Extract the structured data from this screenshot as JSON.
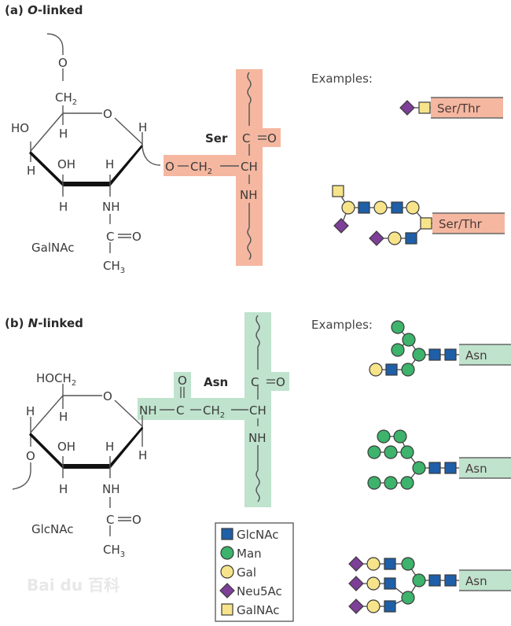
{
  "colors": {
    "ser_highlight": "#f5b7a0",
    "asn_highlight": "#bfe3cd",
    "glcnac": "#1e5fa8",
    "man": "#3db36c",
    "gal": "#f7e48a",
    "neu5ac": "#7d3f98",
    "galnac": "#f7e48a",
    "outline": "#3a3a3a"
  },
  "panel_a": {
    "title_prefix": "(a) ",
    "title_italic": "O",
    "title_suffix": "-linked",
    "sugar_name": "GalNAc",
    "amino_acid": "Ser",
    "ring_labels": {
      "o_link": "O",
      "ch2": "CH",
      "ch2_sub": "2",
      "ring_o": "O",
      "ho": "HO",
      "h_c4_top": "H",
      "h_c1": "H",
      "h_c4": "H",
      "oh_c3": "OH",
      "h_c2": "H",
      "h_c3": "H",
      "nh": "NH",
      "c_carbonyl": "C",
      "eq_o": "O",
      "ch3": "CH",
      "ch3_sub": "3"
    },
    "aa_labels": {
      "co_c": "C",
      "co_o": "O",
      "o_ether": "O",
      "ch2": "CH",
      "ch2_sub": "2",
      "ch": "CH",
      "nh": "NH"
    },
    "examples_label": "Examples:",
    "examples": [
      {
        "label": "Ser/Thr",
        "sequence": "Neu5Ac-GalNAc"
      },
      {
        "label": "Ser/Thr",
        "sequence": "GalNAc, Neu5Ac - Gal - GlcNAc - Gal - GlcNAc - Gal - GalNAc ; Neu5Ac - Gal - GlcNAc - GalNAc"
      }
    ]
  },
  "panel_b": {
    "title_prefix": "(b) ",
    "title_italic": "N",
    "title_suffix": "-linked",
    "sugar_name": "GlcNAc",
    "amino_acid": "Asn",
    "ring_labels": {
      "hoch2": "HOCH",
      "hoch2_sub": "2",
      "ring_o": "O",
      "h_c4_left": "H",
      "h_c5": "H",
      "o_link": "O",
      "oh_c3": "OH",
      "h_c2": "H",
      "h_c1": "H",
      "h_c3": "H",
      "nh": "NH",
      "c_carbonyl": "C",
      "eq_o": "O",
      "ch3": "CH",
      "ch3_sub": "3"
    },
    "aa_labels": {
      "amide_o": "O",
      "nh": "NH",
      "c": "C",
      "ch2": "CH",
      "ch2_sub": "2",
      "ch": "CH",
      "co_c": "C",
      "co_o": "O",
      "nh2": "NH"
    },
    "examples_label": "Examples:",
    "examples": [
      {
        "label": "Asn",
        "type": "hybrid"
      },
      {
        "label": "Asn",
        "type": "high-mannose"
      },
      {
        "label": "Asn",
        "type": "complex"
      }
    ]
  },
  "legend": {
    "items": [
      {
        "shape": "square",
        "color_key": "glcnac",
        "label": "GlcNAc"
      },
      {
        "shape": "circle",
        "color_key": "man",
        "label": "Man"
      },
      {
        "shape": "circle",
        "color_key": "gal",
        "label": "Gal"
      },
      {
        "shape": "diamond",
        "color_key": "neu5ac",
        "label": "Neu5Ac"
      },
      {
        "shape": "square",
        "color_key": "galnac",
        "label": "GalNAc"
      }
    ]
  },
  "watermark": "Bai du 百科"
}
